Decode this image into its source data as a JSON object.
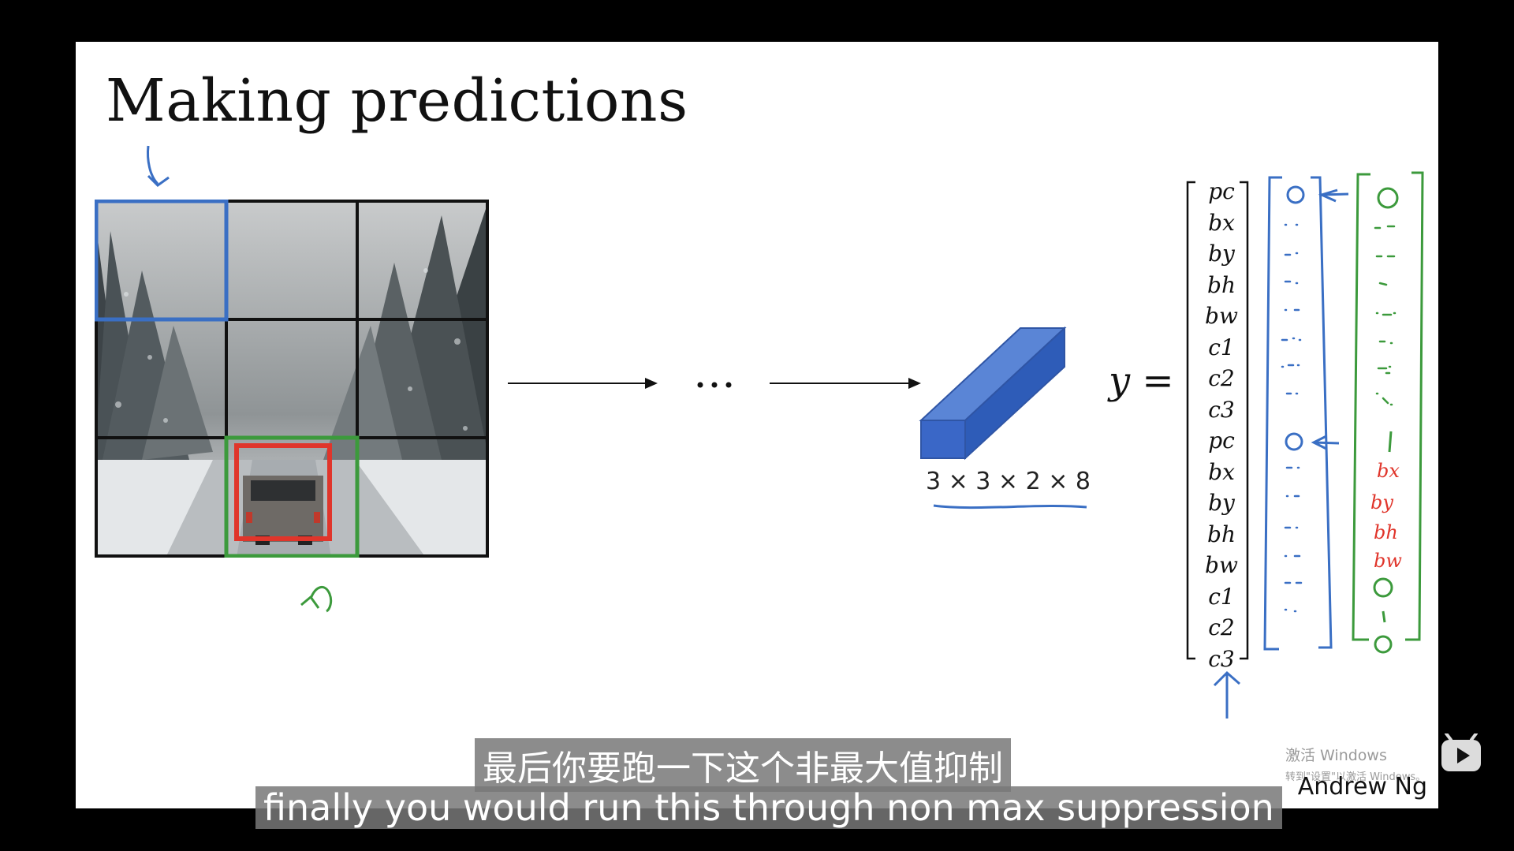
{
  "slide": {
    "title": "Making predictions",
    "ellipsis": "...",
    "dims": "3 × 3 × 2 × 8",
    "y_label": "y =",
    "vector": [
      "pc",
      "bx",
      "by",
      "bh",
      "bw",
      "c1",
      "c2",
      "c3",
      "pc",
      "bx",
      "by",
      "bh",
      "bw",
      "c1",
      "c2",
      "c3"
    ],
    "annotations_red": [
      "bx",
      "by",
      "bh",
      "bw"
    ],
    "author": "Andrew Ng"
  },
  "watermark": {
    "title": "激活 Windows",
    "subtitle": "转到\"设置\"以激活 Windows。"
  },
  "subtitles": {
    "chinese": "最后你要跑一下这个非最大值抑制",
    "english": "finally you would run this through non max suppression"
  },
  "colors": {
    "blue": "#3a6fc4",
    "green": "#3c9a3c",
    "red": "#e0352b",
    "cube": "#3a67c7"
  },
  "icons": [
    "play-icon"
  ]
}
